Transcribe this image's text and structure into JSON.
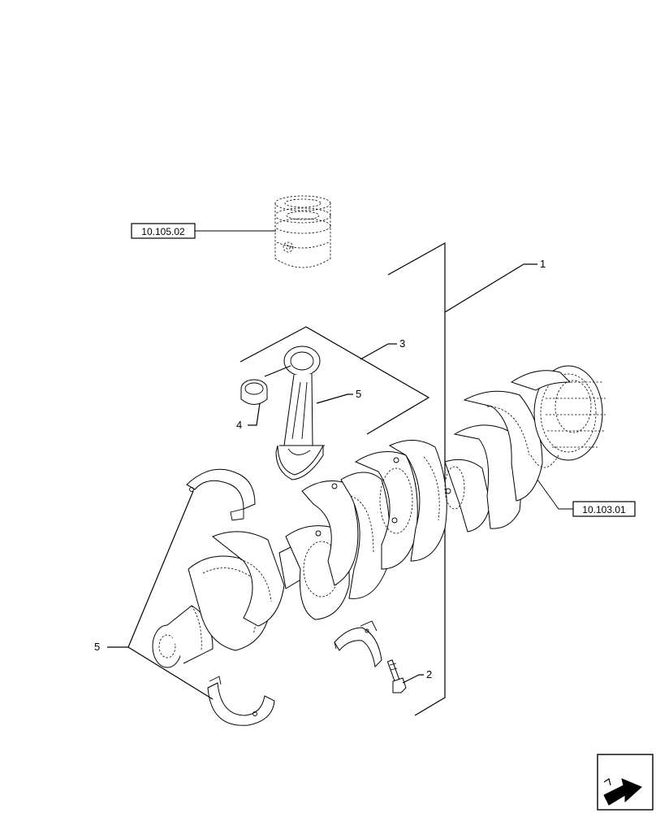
{
  "references": {
    "piston": "10.105.02",
    "flywheel": "10.103.01"
  },
  "callouts": {
    "crankshaft_assembly": "1",
    "bolt": "2",
    "connecting_rod_kit": "3",
    "small_end_bushing": "4",
    "connecting_rod_bearing": "5",
    "main_bearing_shells": "5"
  },
  "nav_icon": "next-page-arrow-icon"
}
